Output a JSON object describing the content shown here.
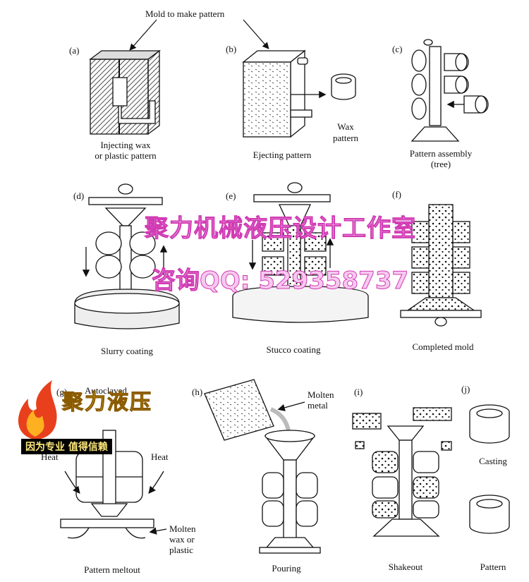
{
  "header": {
    "mold_label": "Mold to make pattern"
  },
  "steps": [
    {
      "letter": "(a)",
      "caption_1": "Injecting wax",
      "caption_2": "or plastic pattern"
    },
    {
      "letter": "(b)",
      "caption_1": "Ejecting pattern",
      "wax_1": "Wax",
      "wax_2": "pattern"
    },
    {
      "letter": "(c)",
      "caption_1": "Pattern assembly",
      "caption_2": "(tree)"
    },
    {
      "letter": "(d)",
      "caption_1": "Slurry coating"
    },
    {
      "letter": "(e)",
      "caption_1": "Stucco coating"
    },
    {
      "letter": "(f)",
      "caption_1": "Completed mold"
    },
    {
      "letter": "(g)",
      "caption_1": "Pattern meltout",
      "autoclaved": "Autoclaved",
      "heat": "Heat",
      "molten_1": "Molten",
      "molten_2": "wax or",
      "molten_3": "plastic"
    },
    {
      "letter": "(h)",
      "caption_1": "Pouring",
      "metal_1": "Molten",
      "metal_2": "metal"
    },
    {
      "letter": "(i)",
      "caption_1": "Shakeout"
    },
    {
      "letter": "(j)",
      "caption_1": "Pattern",
      "casting": "Casting"
    }
  ],
  "watermark": {
    "line1": "聚力机械液压设计工作室",
    "line2": "咨询QQ: 529358737"
  },
  "logo": {
    "title": "聚力液压",
    "slogan": "因为专业 值得信赖"
  }
}
